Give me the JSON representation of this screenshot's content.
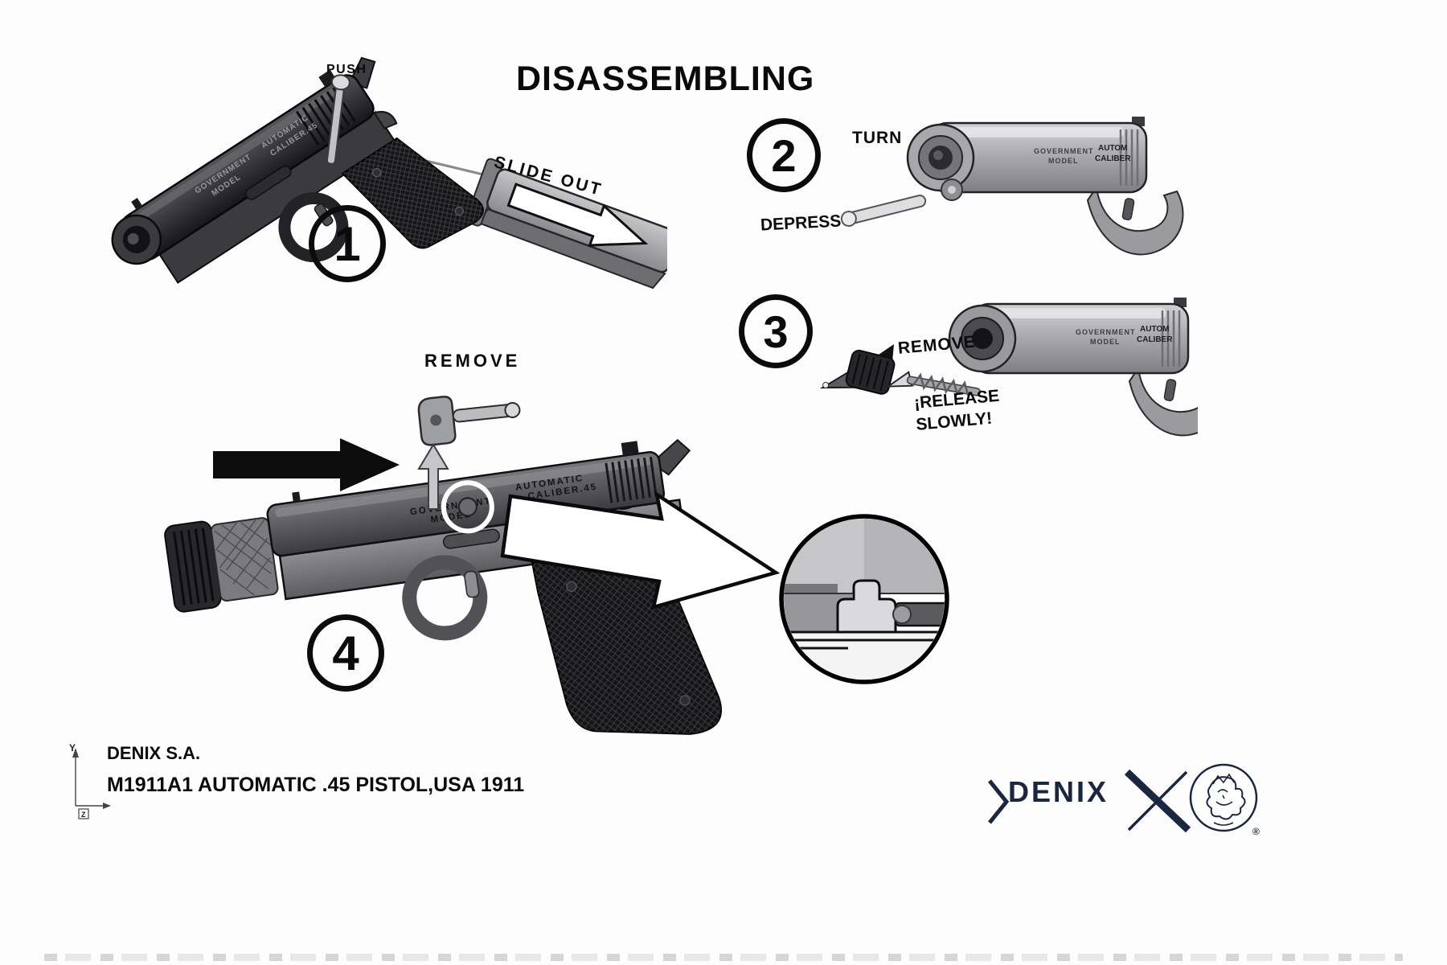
{
  "title": "DISASSEMBLING",
  "steps": {
    "one": {
      "number": "1",
      "push_label": "PUSH",
      "slide_out_label": "SLIDE OUT"
    },
    "two": {
      "number": "2",
      "turn_label": "TURN",
      "depress_label": "DEPRESS"
    },
    "three": {
      "number": "3",
      "remove_label": "REMOVE",
      "release_line1": "¡RELEASE",
      "release_line2": "SLOWLY!"
    },
    "four": {
      "number": "4",
      "remove_label": "REMOVE"
    }
  },
  "markings": {
    "government": "GOVERNMENT",
    "model": "MODEL",
    "automatic": "AUTOMATIC",
    "caliber45": "CALIBER.45",
    "autom": "AUTOM",
    "caliber": "CALIBER"
  },
  "footer": {
    "company": "DENIX S.A.",
    "model_line": "M1911A1 AUTOMATIC .45 PISTOL,USA 1911",
    "axis_y": "Y",
    "axis_z": "Z"
  },
  "brand": {
    "name": "DENIX",
    "registered": "®",
    "color": "#1b2740"
  }
}
